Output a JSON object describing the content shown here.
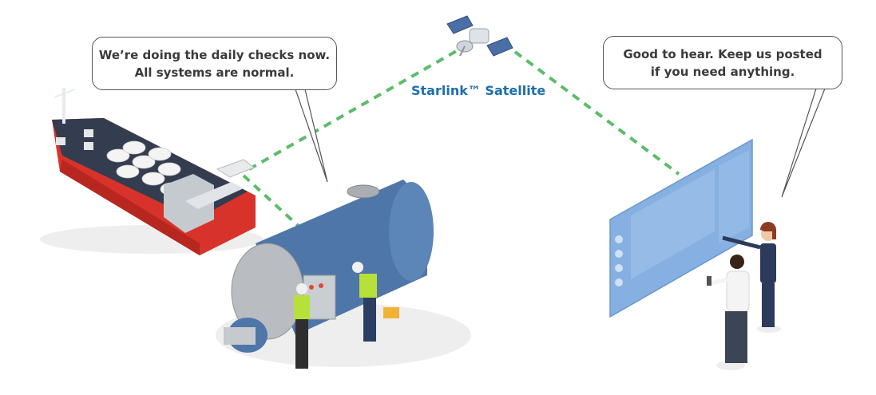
{
  "scene": {
    "title": "Starlink ship-to-shore remote monitoring illustration",
    "colors": {
      "link_dash": "#5bbd6a",
      "label_blue": "#1c6fae",
      "ship_hull": "#d8332a",
      "boiler_blue": "#4f76a8",
      "dashboard_blue": "#7aa8de",
      "vest_green": "#b7e03a"
    }
  },
  "bubbles": {
    "left": {
      "speaker": "ship crew",
      "lines": [
        "We’re doing the daily checks now.",
        "All systems are normal."
      ]
    },
    "right": {
      "speaker": "shore operations",
      "lines": [
        "Good to hear. Keep us posted",
        "if you need anything."
      ]
    }
  },
  "satellite": {
    "label": "Starlink™ Satellite",
    "icon": "satellite-icon"
  },
  "figures": {
    "ship": "cargo-ship-icon",
    "boiler": "boiler-machinery-icon",
    "workers": [
      "worker-inspecting-panel",
      "worker-checking-valve"
    ],
    "dashboard": "holographic-dashboard-icon",
    "operators": [
      "operator-woman-pointing",
      "operator-man-with-phone"
    ]
  }
}
